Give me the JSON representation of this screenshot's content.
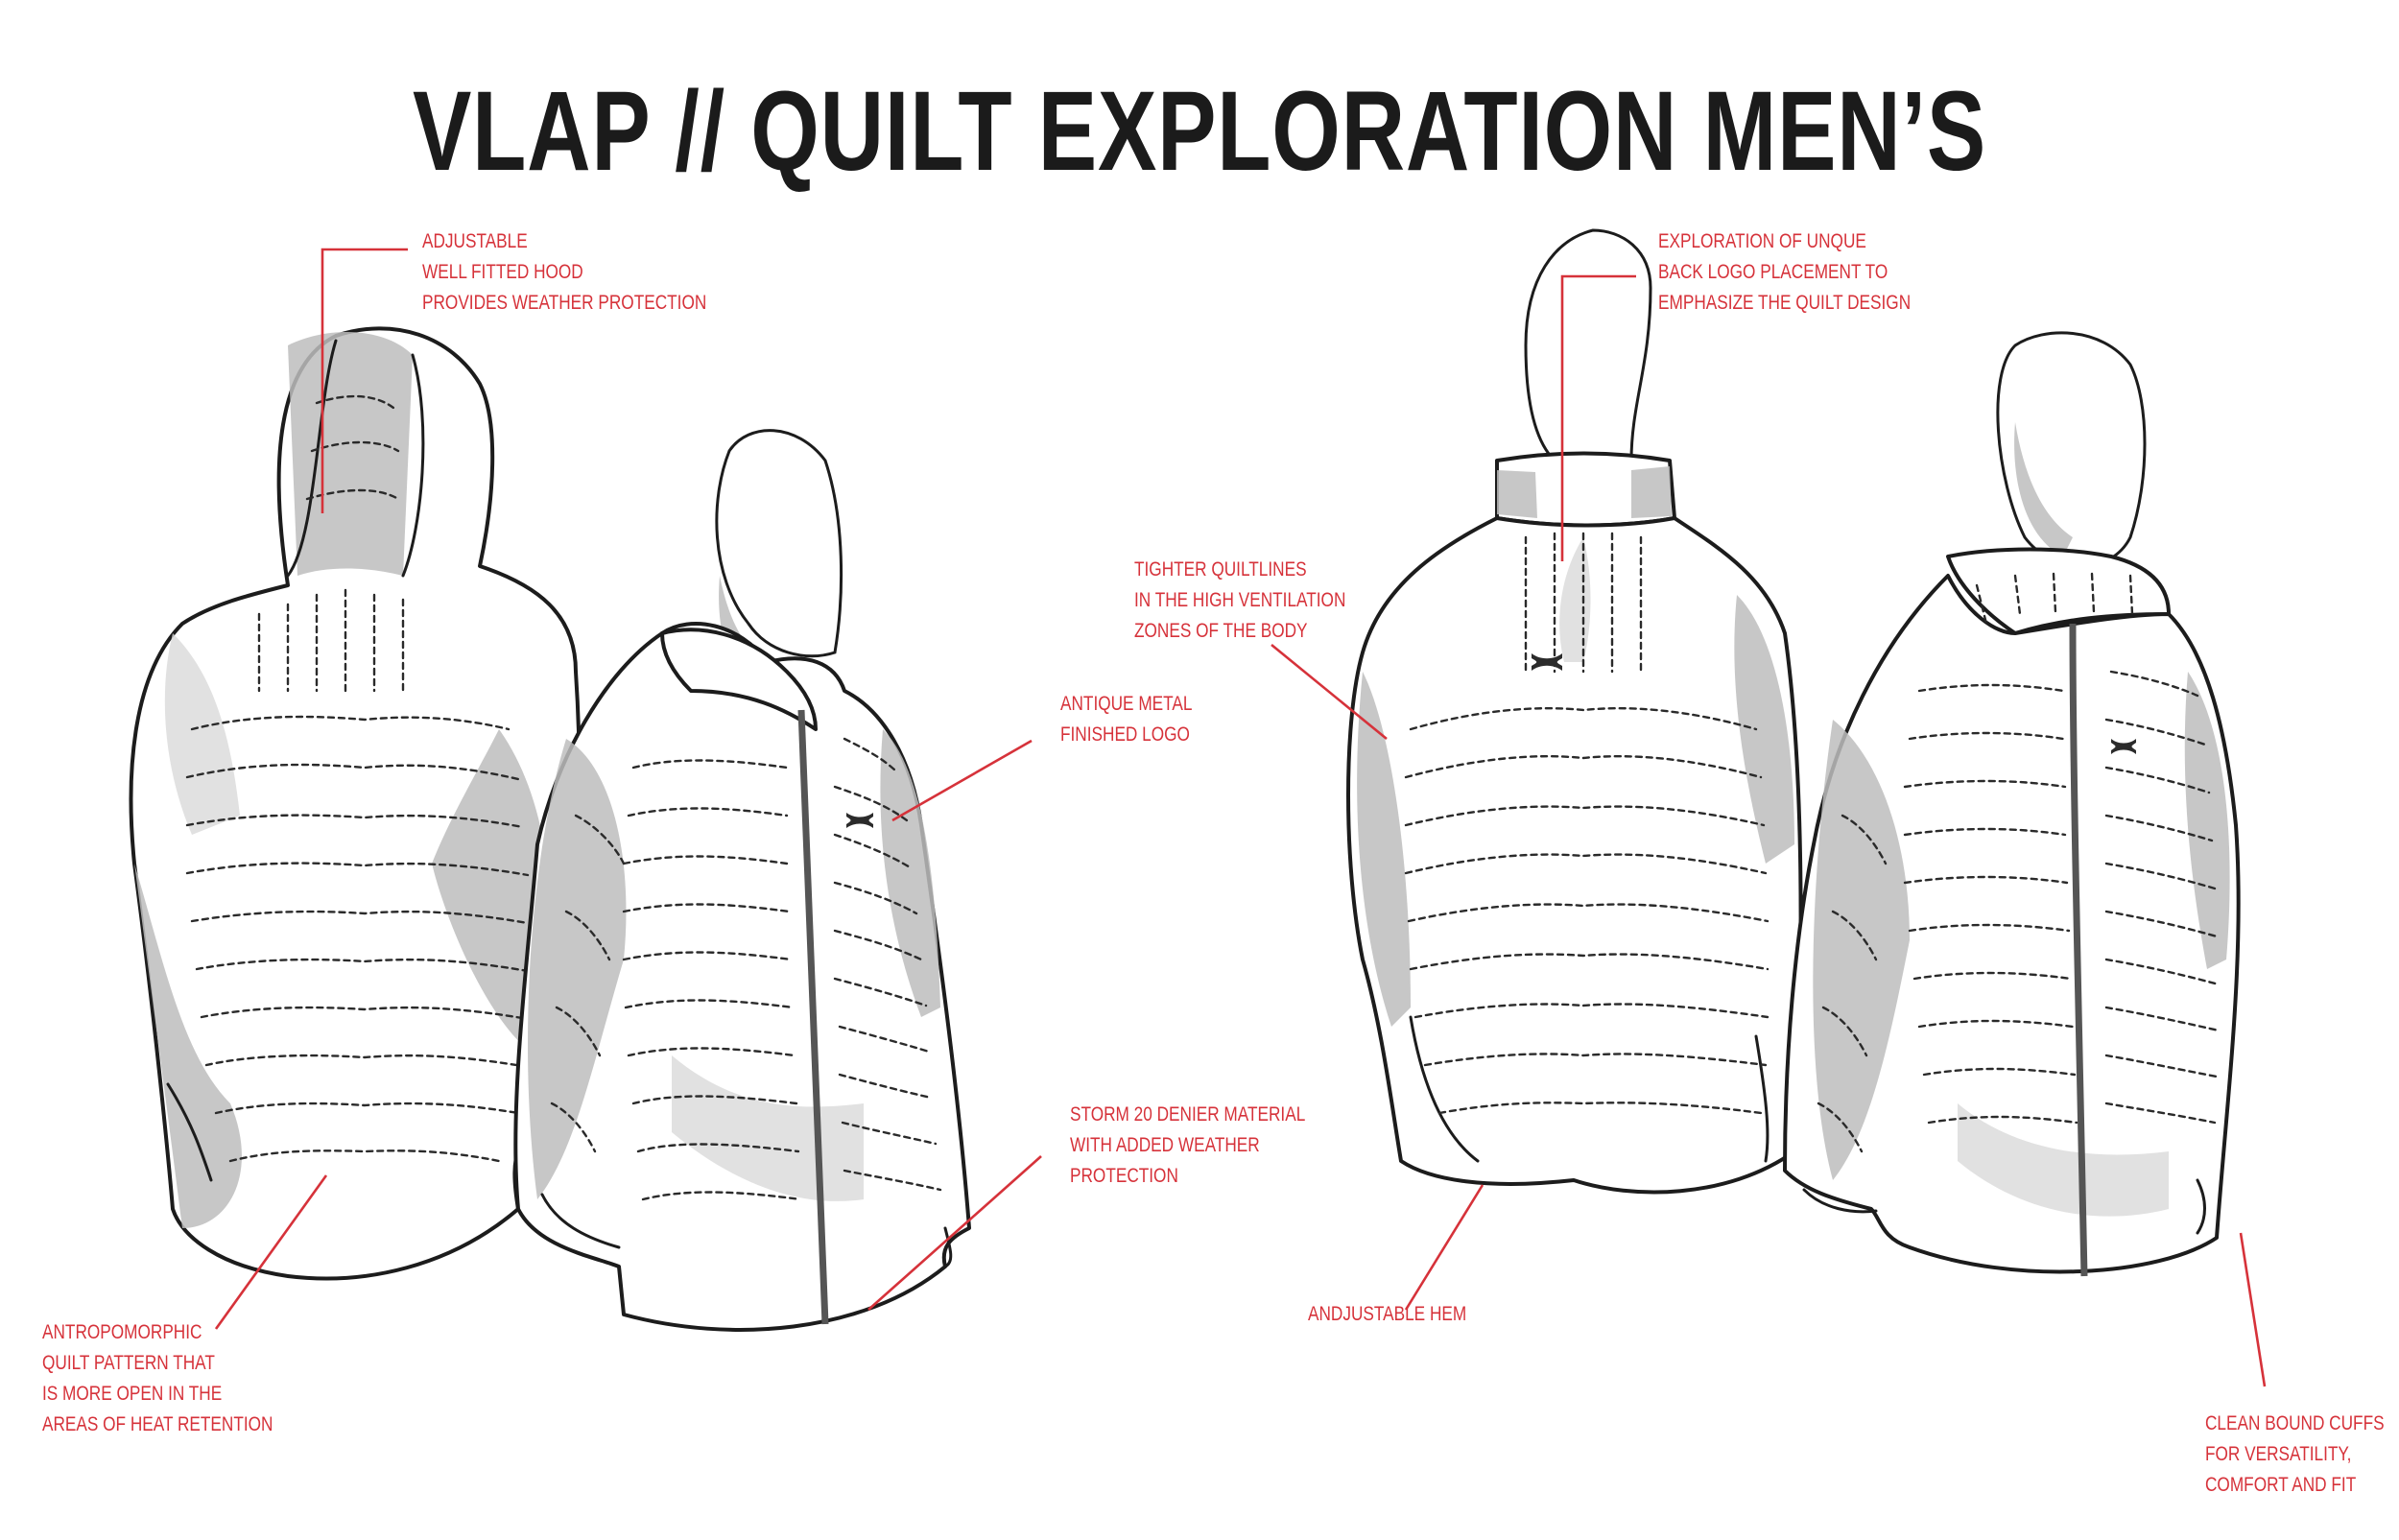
{
  "title": "VLAP // QUILT EXPLORATION MEN’S",
  "annotations": {
    "hood": [
      "ADJUSTABLE",
      "WELL FITTED HOOD",
      "PROVIDES WEATHER PROTECTION"
    ],
    "back_logo": [
      "EXPLORATION OF UNQUE",
      "BACK LOGO PLACEMENT TO",
      "EMPHASIZE THE QUILT DESIGN"
    ],
    "quiltlines": [
      "TIGHTER QUILTLINES",
      "IN THE HIGH VENTILATION",
      "ZONES OF THE BODY"
    ],
    "metal_logo": [
      "ANTIQUE METAL",
      "FINISHED LOGO"
    ],
    "storm": [
      "STORM 20 DENIER MATERIAL",
      "WITH ADDED WEATHER",
      "PROTECTION"
    ],
    "hem": [
      "ANDJUSTABLE HEM"
    ],
    "antropomorphic": [
      "ANTROPOMORPHIC",
      "QUILT PATTERN THAT",
      "IS MORE OPEN IN THE",
      "AREAS OF HEAT RETENTION"
    ],
    "cuffs": [
      "CLEAN BOUND CUFFS",
      "FOR VERSATILITY,",
      "COMFORT AND FIT"
    ]
  },
  "colors": {
    "annotation": "#d6323a",
    "title": "#1b1b1b",
    "shading": "#bdbdbd",
    "outline": "#1c1c1c"
  },
  "figures": [
    "hooded-jacket-back-view",
    "hooded-jacket-front-view",
    "collar-jacket-back-view",
    "collar-jacket-front-view"
  ],
  "icons": [
    "under-armour-logo-icon"
  ]
}
